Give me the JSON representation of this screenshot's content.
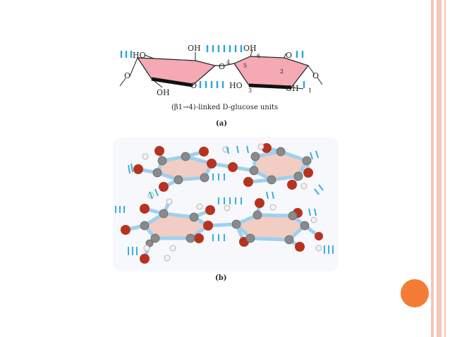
{
  "slide": {
    "accent_color": "#f47c36",
    "stripe_color": "#f6c5b5"
  },
  "panel_a": {
    "caption": "(a)",
    "linkage_label": "(β1→4)-linked D-glucose units",
    "ring_fill": "#f4a9b4",
    "hbond_color": "#29a8d8",
    "atoms": {
      "ho_left": "HO",
      "oh_top_left": "OH",
      "o4": "O",
      "n4": "4",
      "oh_top_right": "OH",
      "n6": "6",
      "n5": "5",
      "o_right_ring": "O",
      "n2": "2",
      "o_left_chain": "O",
      "o_right_chain": "O",
      "oh_bottom_left": "OH",
      "o_ring_left": "O",
      "ho_mid": "HO",
      "n3": "3",
      "oh_bottom_right": "OH",
      "n1": "1"
    }
  },
  "panel_b": {
    "caption": "(b)",
    "carbon_color": "#8a8a8a",
    "oxygen_color": "#b83220",
    "hydrogen_color": "#f2f2f2",
    "bond_color": "#9fd0ee",
    "ring_fill": "#f2c8bc",
    "hbond_color": "#29a8d8"
  }
}
